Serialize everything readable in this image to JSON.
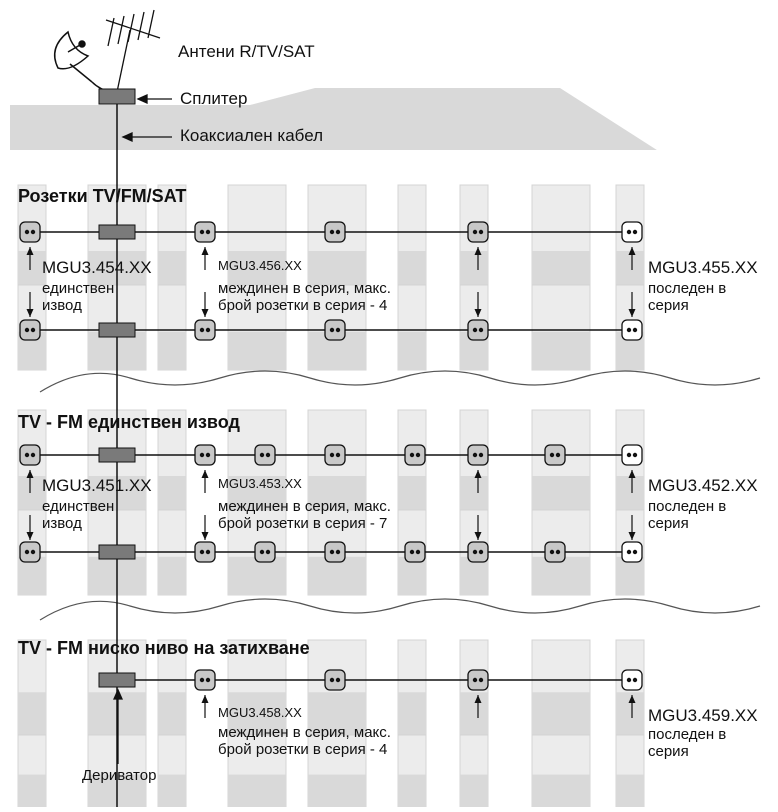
{
  "labels": {
    "antennas": "Антени R/TV/SAT",
    "splitter": "Сплитер",
    "coax": "Коаксиален кабел",
    "derivator": "Дериватор"
  },
  "sections": [
    {
      "title": "Розетки TV/FM/SAT",
      "single": {
        "code": "MGU3.454.XX",
        "desc": "единствен\nизвод"
      },
      "middle": {
        "code": "MGU3.456.XX",
        "desc": "междинен в серия, макс.\nброй розетки в серия - 4"
      },
      "last": {
        "code": "MGU3.455.XX",
        "desc": "последен в\nсерия"
      }
    },
    {
      "title": "TV - FM единствен извод",
      "single": {
        "code": "MGU3.451.XX",
        "desc": "единствен\nизвод"
      },
      "middle": {
        "code": "MGU3.453.XX",
        "desc": "междинен в серия, макс.\nброй розетки в серия - 7"
      },
      "last": {
        "code": "MGU3.452.XX",
        "desc": "последен в\nсерия"
      }
    },
    {
      "title": "TV - FM ниско ниво на затихване",
      "middle": {
        "code": "MGU3.458.XX",
        "desc": "междинен в серия, макс.\nброй розетки в серия - 4"
      },
      "last": {
        "code": "MGU3.459.XX",
        "desc": "последен в\nсерия"
      }
    }
  ],
  "colors": {
    "building": "#d9d9d9",
    "window": "#ececec",
    "socket_fill": "#c8c8c8",
    "device": "#7a7a7a",
    "line": "#111111"
  }
}
